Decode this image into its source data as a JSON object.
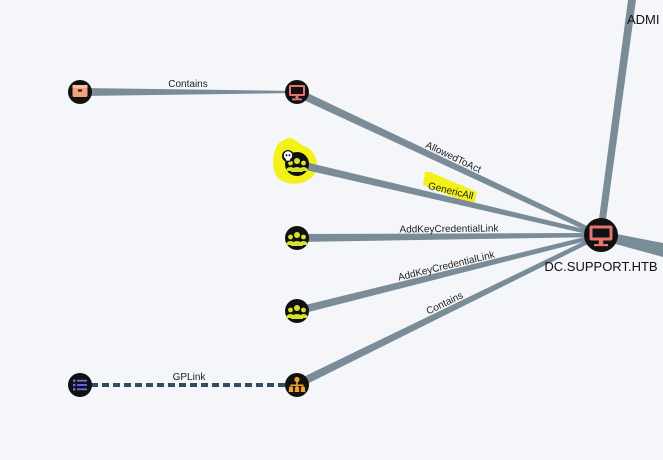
{
  "graph": {
    "node_labels": {
      "admin_partial": "ADMI",
      "dc": "DC.SUPPORT.HTB"
    },
    "edge_labels": {
      "contains_top": "Contains",
      "allowed_to_act": "AllowedToAct",
      "generic_all": "GenericAll",
      "add_key_cred_1": "AddKeyCredentialLink",
      "add_key_cred_2": "AddKeyCredentialLink",
      "contains_ou": "Contains",
      "gplink": "GPLink"
    },
    "node_types": {
      "container": "container-icon",
      "computer_top": "computer-icon",
      "owned_group": "group-icon",
      "group_a": "group-icon",
      "group_b": "group-icon",
      "gpo": "list-icon",
      "ou": "org-unit-icon",
      "dc": "computer-icon"
    },
    "colors": {
      "background": "#f4f6f9",
      "edge": "#7b8c99",
      "node_bg": "#111111",
      "computer": "#e57373",
      "group": "#d4e22e",
      "container": "#f0a07c",
      "gpo": "#6a6cf5",
      "ou": "#f0a430",
      "highlight": "#f4f11a"
    }
  }
}
